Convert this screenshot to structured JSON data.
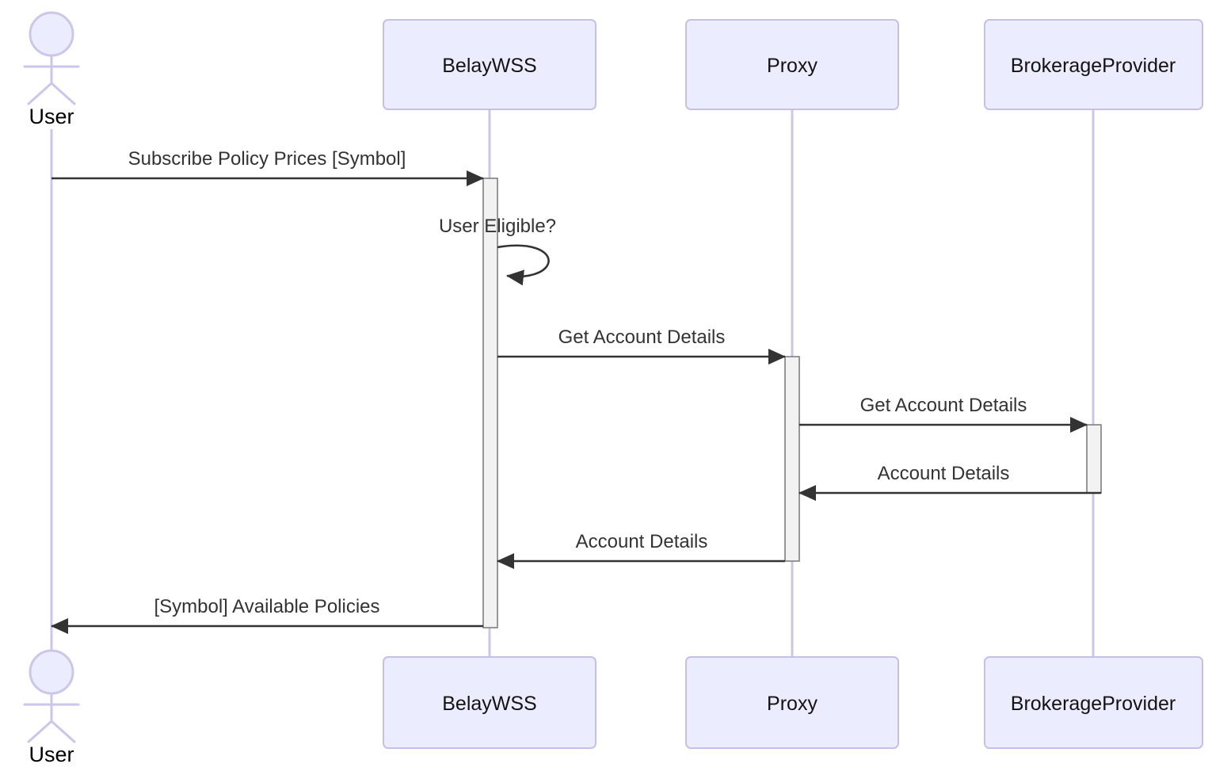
{
  "diagram": {
    "kind": "sequence-diagram",
    "participants": [
      {
        "id": "user",
        "label": "User",
        "type": "actor"
      },
      {
        "id": "belaywss",
        "label": "BelayWSS",
        "type": "participant"
      },
      {
        "id": "proxy",
        "label": "Proxy",
        "type": "participant"
      },
      {
        "id": "brokerageprovider",
        "label": "BrokerageProvider",
        "type": "participant"
      }
    ],
    "messages": [
      {
        "from": "User",
        "to": "BelayWSS",
        "label": "Subscribe Policy Prices [Symbol]",
        "style": "solid-arrow"
      },
      {
        "from": "BelayWSS",
        "to": "BelayWSS",
        "label": "User Eligible?",
        "style": "self-loop"
      },
      {
        "from": "BelayWSS",
        "to": "Proxy",
        "label": "Get Account Details",
        "style": "solid-arrow"
      },
      {
        "from": "Proxy",
        "to": "BrokerageProvider",
        "label": "Get Account Details",
        "style": "solid-arrow"
      },
      {
        "from": "BrokerageProvider",
        "to": "Proxy",
        "label": "Account Details",
        "style": "solid-arrow"
      },
      {
        "from": "Proxy",
        "to": "BelayWSS",
        "label": "Account Details",
        "style": "solid-arrow"
      },
      {
        "from": "BelayWSS",
        "to": "User",
        "label": "[Symbol] Available Policies",
        "style": "solid-arrow"
      }
    ],
    "activations": [
      {
        "participant": "BelayWSS",
        "from_message": "Subscribe Policy Prices [Symbol]",
        "to_message": "[Symbol] Available Policies"
      },
      {
        "participant": "Proxy",
        "from_message": "Get Account Details",
        "to_message": "Account Details"
      },
      {
        "participant": "BrokerageProvider",
        "from_message": "Get Account Details",
        "to_message": "Account Details"
      }
    ],
    "colors": {
      "background": "#FFFFFF",
      "participant_fill": "#ECECFF",
      "participant_border": "#C6C0E8",
      "lifeline": "#CCC6E8",
      "activation_fill": "#F2F2F2",
      "activation_border": "#7F7F7F",
      "signal": "#333333",
      "message_text": "#333333",
      "label_text": "#131313"
    }
  }
}
